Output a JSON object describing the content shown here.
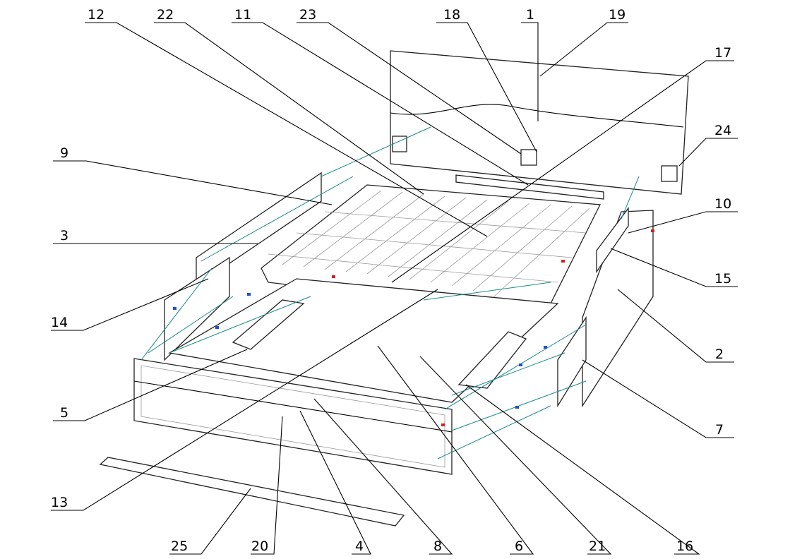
{
  "diagram": {
    "type": "exploded-assembly-drawing",
    "subject": "bed",
    "part_labels": [
      "12",
      "22",
      "11",
      "23",
      "18",
      "1",
      "19",
      "17",
      "24",
      "9",
      "10",
      "3",
      "15",
      "14",
      "2",
      "5",
      "7",
      "13",
      "25",
      "20",
      "4",
      "8",
      "6",
      "21",
      "16"
    ]
  },
  "colors": {
    "line": "#000000",
    "connector": "#1a8a8a",
    "fastener_blue": "#1f4fd6",
    "fastener_red": "#d42020"
  }
}
